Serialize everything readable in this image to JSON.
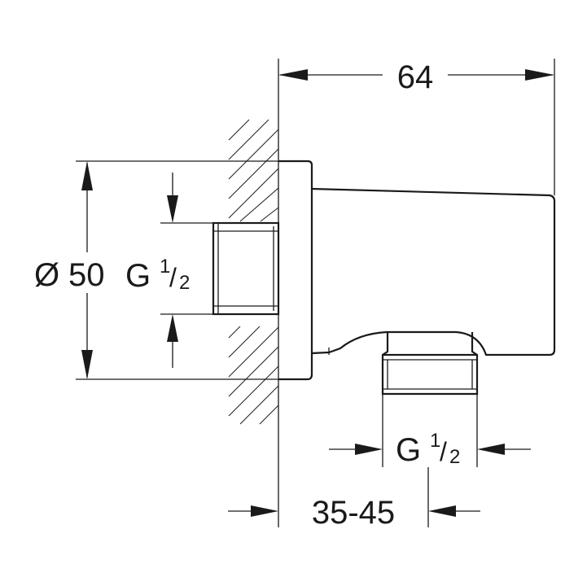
{
  "dimensions": {
    "width_total": "64",
    "diameter_symbol": "Ø",
    "diameter_value": "50",
    "thread_left_prefix": "G",
    "thread_left_num": "1",
    "thread_left_den": "2",
    "thread_bottom_prefix": "G",
    "thread_bottom_num": "1",
    "thread_bottom_den": "2",
    "wall_depth": "35-45"
  },
  "colors": {
    "ink": "#1a1a1a",
    "background": "#ffffff"
  }
}
